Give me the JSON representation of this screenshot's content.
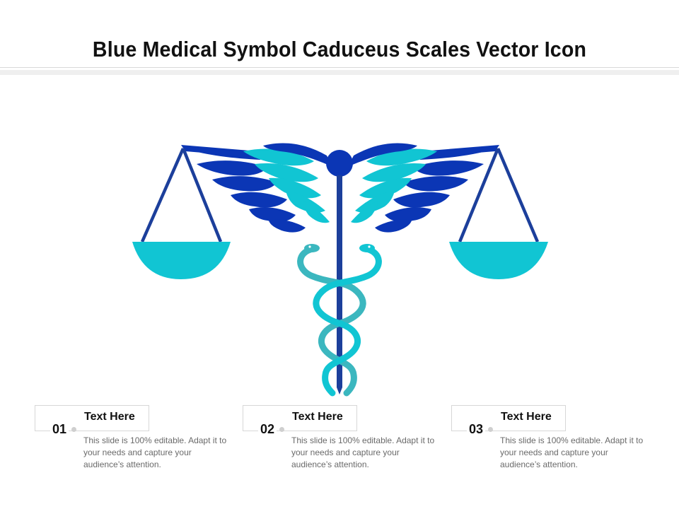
{
  "title": "Blue Medical Symbol Caduceus Scales Vector Icon",
  "colors": {
    "navy": "#1c3f9b",
    "blue": "#0b36b5",
    "cyan": "#11c5d3",
    "teal": "#3bb7bf"
  },
  "icon": "caduceus-scales-icon",
  "items": [
    {
      "number": "01",
      "heading": "Text Here",
      "description": "This slide is 100% editable. Adapt it to your needs and capture your audience’s attention."
    },
    {
      "number": "02",
      "heading": "Text Here",
      "description": "This slide is 100% editable. Adapt it to your needs and capture your audience’s attention."
    },
    {
      "number": "03",
      "heading": "Text Here",
      "description": "This slide is 100% editable. Adapt it to your needs and capture your audience’s attention."
    }
  ]
}
